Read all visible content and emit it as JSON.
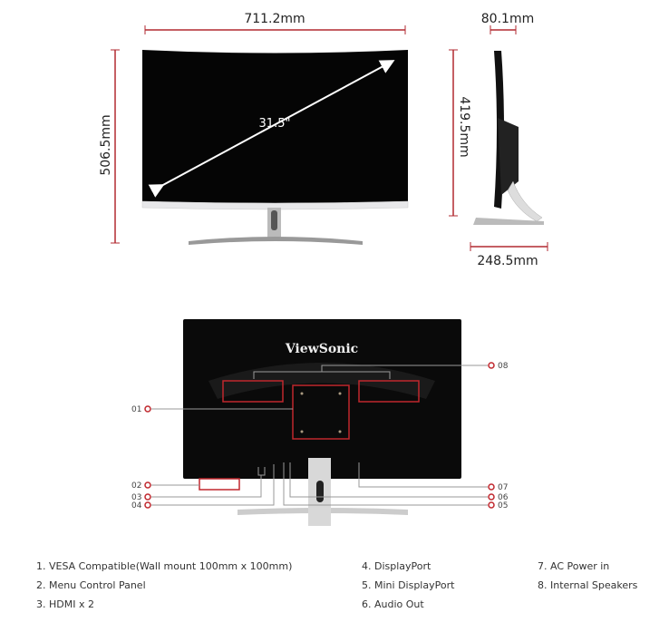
{
  "front_view": {
    "width_label": "711.2mm",
    "height_label": "506.5mm",
    "diagonal_label": "31.5\""
  },
  "side_view": {
    "depth_label": "80.1mm",
    "height_label": "419.5mm",
    "base_depth_label": "248.5mm"
  },
  "back_view": {
    "brand_logo": "ViewSonic",
    "callouts": [
      "01",
      "02",
      "03",
      "04",
      "05",
      "06",
      "07",
      "08"
    ],
    "highlight_color": "#c0272d"
  },
  "legend": {
    "items": [
      "1. VESA Compatible(Wall mount 100mm x 100mm)",
      "2. Menu Control Panel",
      "3. HDMI x 2",
      "4. DisplayPort",
      "5. Mini DisplayPort",
      "6. Audio Out",
      "7. AC Power in",
      "8. Internal Speakers"
    ]
  }
}
